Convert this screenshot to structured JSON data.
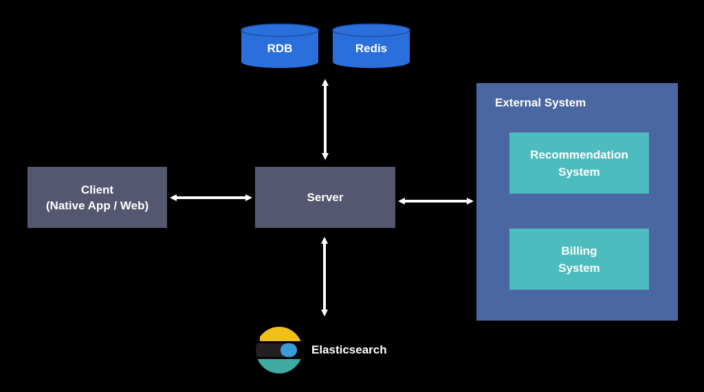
{
  "colors": {
    "background": "#000000",
    "node_box": "#555770",
    "external_box": "#4a67a1",
    "inner_box": "#4dbcbf",
    "database": "#2a6fdb",
    "arrow": "#ffffff",
    "elastic_yellow": "#f0bf1a",
    "elastic_black": "#231f20",
    "elastic_blue": "#3ebeb0",
    "elastic_teal": "#3fa9a2",
    "elastic_mid": "#3c9ad8"
  },
  "nodes": {
    "client": {
      "line1": "Client",
      "line2": "(Native App / Web)"
    },
    "server": {
      "label": "Server"
    },
    "databases": [
      {
        "label": "RDB"
      },
      {
        "label": "Redis"
      }
    ],
    "search": {
      "label": "Elasticsearch",
      "icon": "elasticsearch-logo"
    }
  },
  "external_system": {
    "title": "External System",
    "children": [
      {
        "line1": "Recommendation",
        "line2": "System"
      },
      {
        "line1": "Billing",
        "line2": "System"
      }
    ]
  },
  "connections": [
    {
      "from": "client",
      "to": "server",
      "type": "bidirectional"
    },
    {
      "from": "server",
      "to": "databases",
      "type": "bidirectional"
    },
    {
      "from": "server",
      "to": "external_system",
      "type": "bidirectional"
    },
    {
      "from": "server",
      "to": "search",
      "type": "bidirectional"
    }
  ]
}
